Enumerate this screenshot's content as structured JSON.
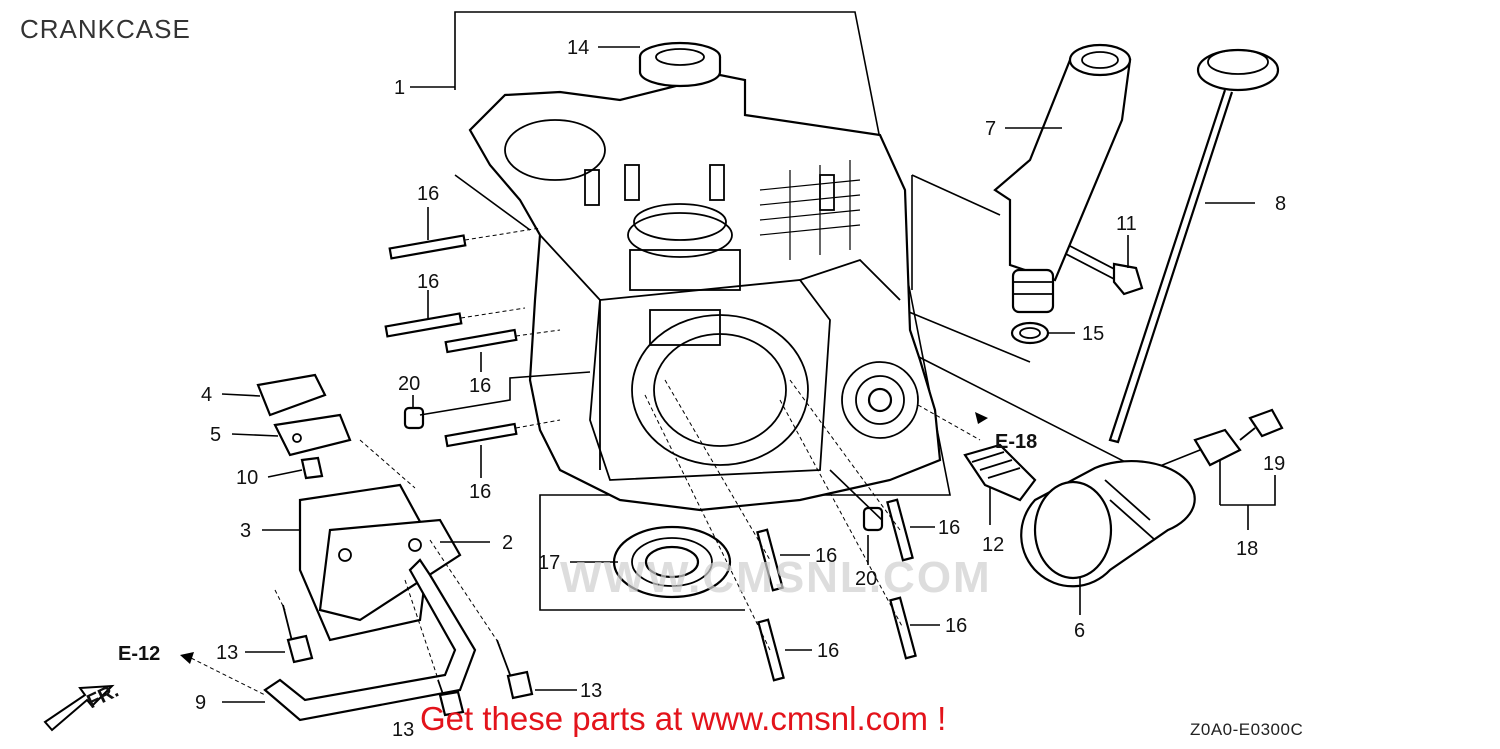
{
  "title": "CRANKCASE",
  "footer": "Get these parts at www.cmsnl.com !",
  "diagram_code": "Z0A0-E0300C",
  "watermark": "WWW.CMSNL.COM",
  "references": {
    "e18": "E-18",
    "e12": "E-12",
    "fr": "FR."
  },
  "callouts": {
    "c1": "1",
    "c2": "2",
    "c3": "3",
    "c4": "4",
    "c5": "5",
    "c6": "6",
    "c7": "7",
    "c8": "8",
    "c9": "9",
    "c10": "10",
    "c11": "11",
    "c12": "12",
    "c13a": "13",
    "c13b": "13",
    "c13c": "13",
    "c14": "14",
    "c15": "15",
    "c16a": "16",
    "c16b": "16",
    "c16c": "16",
    "c16d": "16",
    "c16e": "16",
    "c16f": "16",
    "c16g": "16",
    "c16h": "16",
    "c17": "17",
    "c18": "18",
    "c19": "19",
    "c20a": "20",
    "c20b": "20"
  }
}
